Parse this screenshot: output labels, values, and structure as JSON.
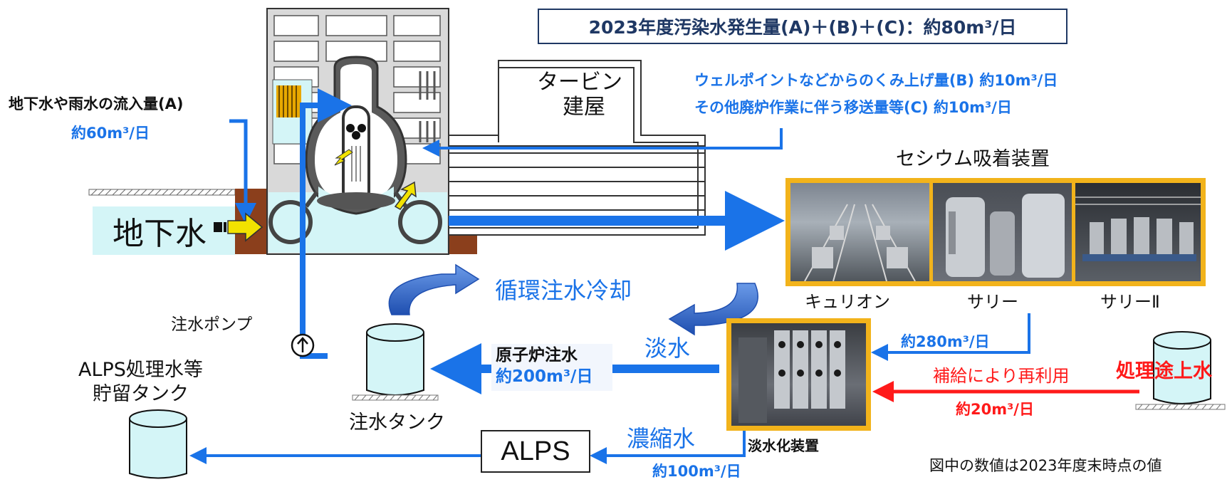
{
  "header": {
    "title": "2023年度汚染水発生量(A)＋(B)＋(C)：約80m³/日"
  },
  "labels": {
    "groundwater_inflow": "地下水や雨水の流入量(A)",
    "groundwater_inflow_amount": "約60m³/日",
    "groundwater": "地下水",
    "turbine_building_line1": "タービン",
    "turbine_building_line2": "建屋",
    "wellpoint_b": "ウェルポイントなどからのくみ上げ量(B)  約10m³/日",
    "other_transfer_c": "その他廃炉作業に伴う移送量等(C)  約10m³/日",
    "cesium_device": "セシウム吸着装置",
    "kurion": "キュリオン",
    "sarry": "サリー",
    "sarry2": "サリーⅡ",
    "circulation_cooling": "循環注水冷却",
    "injection_pump": "注水ポンプ",
    "reactor_injection": "原子炉注水",
    "reactor_injection_amount": "約200m³/日",
    "fresh_water": "淡水",
    "amount_280": "約280m³/日",
    "reuse_by_supply": "補給により再利用",
    "amount_20": "約20m³/日",
    "in_process_water": "処理途上水",
    "alps_storage_line1": "ALPS処理水等",
    "alps_storage_line2": "貯留タンク",
    "injection_tank": "注水タンク",
    "alps": "ALPS",
    "concentrated_water": "濃縮水",
    "amount_100": "約100m³/日",
    "desalination_device": "淡水化装置",
    "footnote": "図中の数値は2023年度末時点の値"
  },
  "colors": {
    "flow_blue": "#1a73e8",
    "reuse_red": "#ff1a1a",
    "photo_frame": "#f2b31b",
    "water": "#d4f5f7",
    "title_border": "#1f3864"
  }
}
